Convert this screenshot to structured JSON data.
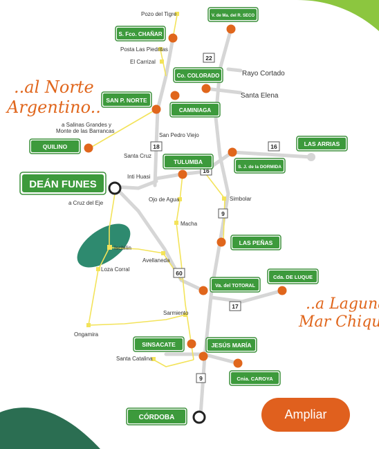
{
  "button": {
    "label": "Ampliar"
  },
  "captions": {
    "north_line1": "..al Norte",
    "north_line2": "Argentino..",
    "laguna_line1": "..a Laguna",
    "laguna_line2": "Mar Chiquita"
  },
  "signs": {
    "v_de_ma_del_r_seco": "V. de Ma. del R. SECO",
    "s_fco_chanar": "S. Fco. CHAÑAR",
    "co_colorado": "Co. COLORADO",
    "san_p_norte": "SAN P. NORTE",
    "caminiaga": "CAMINIAGA",
    "quilino": "QUILINO",
    "las_arrias": "LAS ARRIAS",
    "tulumba": "TULUMBA",
    "s_j_de_la_dormida": "S. J. de la DORMIDA",
    "dean_funes": "DEÁN FUNES",
    "las_penas": "LAS PEÑAS",
    "va_del_totoral": "Va. del TOTORAL",
    "cda_de_luque": "Cda. DE LUQUE",
    "sinsacate": "SINSACATE",
    "jesus_maria": "JESÚS MARÍA",
    "cnia_caroya": "Cnia. CAROYA",
    "cordoba": "CÓRDOBA"
  },
  "places": {
    "pozo_del_tigre": "Pozo del Tigre",
    "posta_las_piedritas": "Posta Las Piedritas",
    "el_carrizal": "El Carrizal",
    "rayo_cortado": "Rayo Cortado",
    "santa_elena": "Santa Elena",
    "salinas_line1": "a Salinas Grandes y",
    "salinas_line2": "Monte de las Barrancas",
    "san_pedro_viejo": "San Pedro Viejo",
    "santa_cruz": "Santa Cruz",
    "inti_huasi": "Inti Huasi",
    "a_cruz_del_eje": "a Cruz del Eje",
    "ojo_de_agua": "Ojo de Agua",
    "simbolar": "Simbolar",
    "macha": "Macha",
    "ischilin": "Ischilín",
    "avellaneda": "Avellaneda",
    "loza_corral": "Loza Corral",
    "sarmiento": "Sarmiento",
    "ongamira": "Ongamira",
    "santa_catalina": "Santa Catalina"
  },
  "routes": {
    "r22": "22",
    "r18": "18",
    "r16_east": "16",
    "r16_west": "16",
    "r9_north": "9",
    "r60": "60",
    "r17": "17",
    "r9_south": "9"
  },
  "colors": {
    "sign_green": "#3d9a3c",
    "marker_orange": "#e0661c",
    "road_gray": "#d6d6d6",
    "path_yellow": "#f3e35a",
    "region_teal": "#2e8a6f",
    "corner_green": "#2b6e52"
  }
}
